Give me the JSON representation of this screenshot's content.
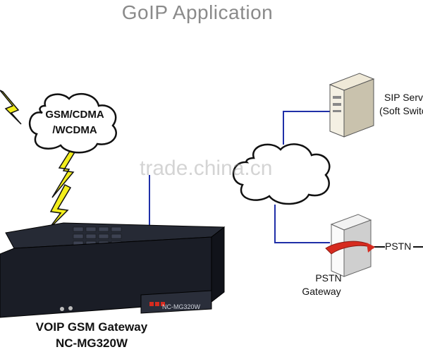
{
  "title": "GoIP Application",
  "cloud_left": {
    "line1": "GSM/CDMA",
    "line2": "/WCDMA"
  },
  "sip_server": {
    "line1": "SIP Server",
    "line2": "(Soft Switch)"
  },
  "pstn_gateway": {
    "line1": "PSTN",
    "line2": "Gateway"
  },
  "pstn_label": "PSTN",
  "device": {
    "front_model": "NC-MG320W",
    "caption_line1": "VOIP GSM Gateway",
    "caption_line2": "NC-MG320W"
  },
  "watermark": "trade.china.cn",
  "colors": {
    "title": "#8a8a8a",
    "link_line": "#1f2fa8",
    "lightning": "#f3ee1c",
    "device": "#1a1d26"
  }
}
